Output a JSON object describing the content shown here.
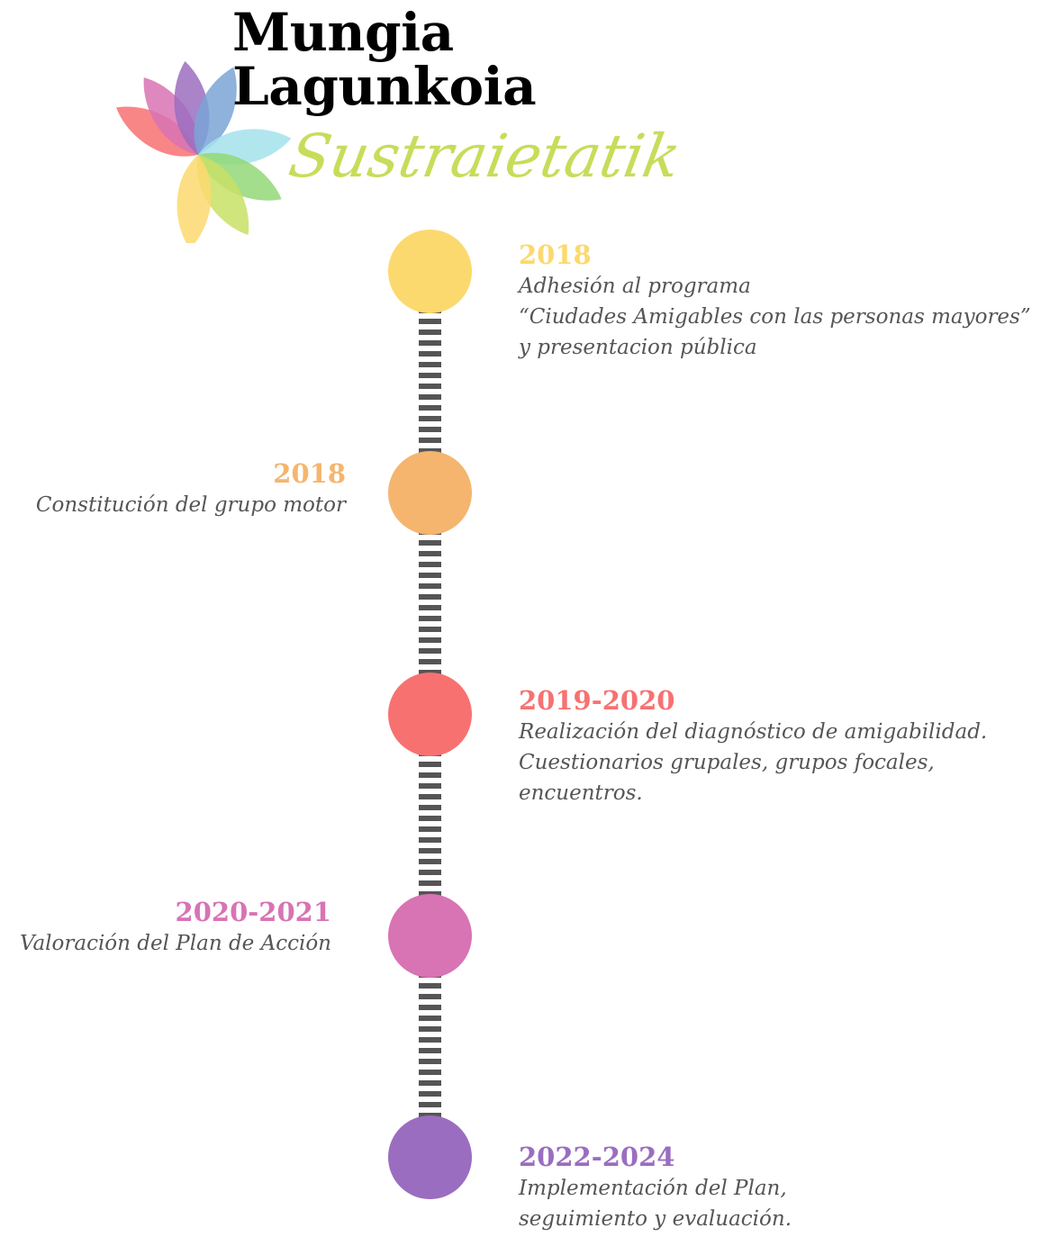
{
  "logo": {
    "title_line1": "Mungia",
    "title_line2": "Lagunkoia",
    "tagline": "Sustraietatik",
    "petal_colors": [
      "#f87171",
      "#d873b4",
      "#9b6dc0",
      "#7aa4d6",
      "#a4e2ec",
      "#92d877",
      "#c8e065",
      "#fcd96e"
    ]
  },
  "timeline": {
    "connector_color": "#555555",
    "items": [
      {
        "year": "2018",
        "lines": [
          "Adhesión al programa",
          "“Ciudades Amigables con las personas mayores”",
          "y presentacion pública"
        ],
        "side": "right",
        "color": "#fcd96e"
      },
      {
        "year": "2018",
        "lines": [
          "Constitución del grupo motor"
        ],
        "side": "left",
        "color": "#f5b56e"
      },
      {
        "year": "2019-2020",
        "lines": [
          "Realización del diagnóstico de amigabilidad.",
          "Cuestionarios grupales, grupos focales,",
          "encuentros."
        ],
        "side": "right",
        "color": "#f87171"
      },
      {
        "year": "2020-2021",
        "lines": [
          "Valoración del Plan de Acción"
        ],
        "side": "left",
        "color": "#d873b4"
      },
      {
        "year": "2022-2024",
        "lines": [
          "Implementación del Plan,",
          "seguimiento y evaluación."
        ],
        "side": "right",
        "color": "#9b6dc0"
      }
    ]
  }
}
